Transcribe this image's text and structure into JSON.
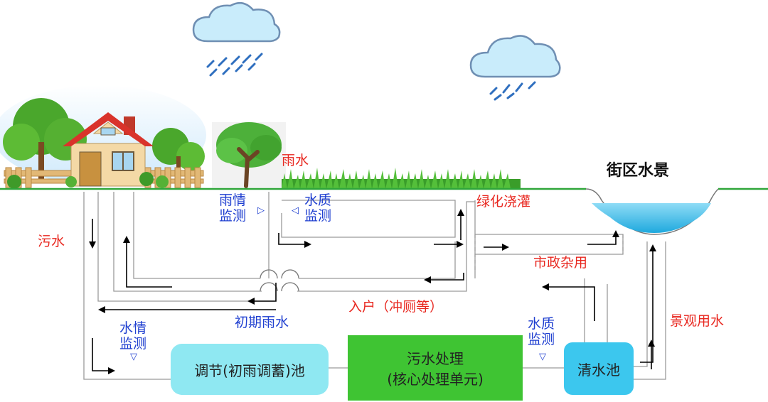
{
  "labels": {
    "sewage": "污水",
    "rain": "雨水",
    "rain_monitor_1": "雨情",
    "rain_monitor_2": "监测",
    "quality_monitor_top_1": "水质",
    "quality_monitor_top_2": "监测",
    "green_irrigation": "绿化浇灌",
    "street_landscape": "街区水景",
    "municipal_use": "市政杂用",
    "household": "入户（冲厕等）",
    "initial_rain": "初期雨水",
    "water_monitor_1": "水情",
    "water_monitor_2": "监测",
    "quality_monitor_bottom_1": "水质",
    "quality_monitor_bottom_2": "监测",
    "landscape_water": "景观用水"
  },
  "boxes": {
    "regulation_tank": "调节(初雨调蓄)池",
    "core_line1": "污水处理",
    "core_line2": "(核心处理单元)",
    "clear_tank": "清水池"
  },
  "colors": {
    "sewage_label": "#e8271f",
    "monitor_label": "#1f3fd0",
    "regulation_tank": "#8fe8f2",
    "core_unit": "#3fc433",
    "clear_tank": "#3cc7ee",
    "water_pool": "#39b8e6"
  }
}
